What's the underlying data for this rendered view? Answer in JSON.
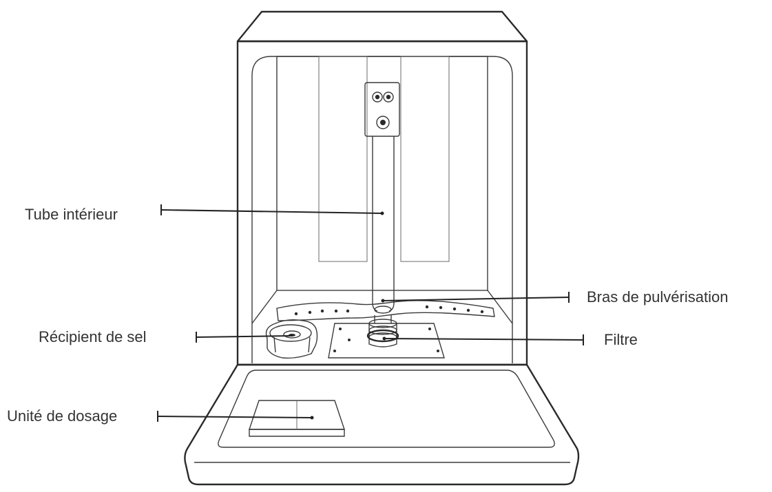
{
  "labels": {
    "inner_tube": "Tube intérieur",
    "spray_arm": "Bras de pulvérisation",
    "salt_container": "Récipient de sel",
    "filter": "Filtre",
    "dosing_unit": "Unité de dosage"
  },
  "colors": {
    "line": "#2a2a2a",
    "text": "#333333",
    "background": "#ffffff"
  }
}
